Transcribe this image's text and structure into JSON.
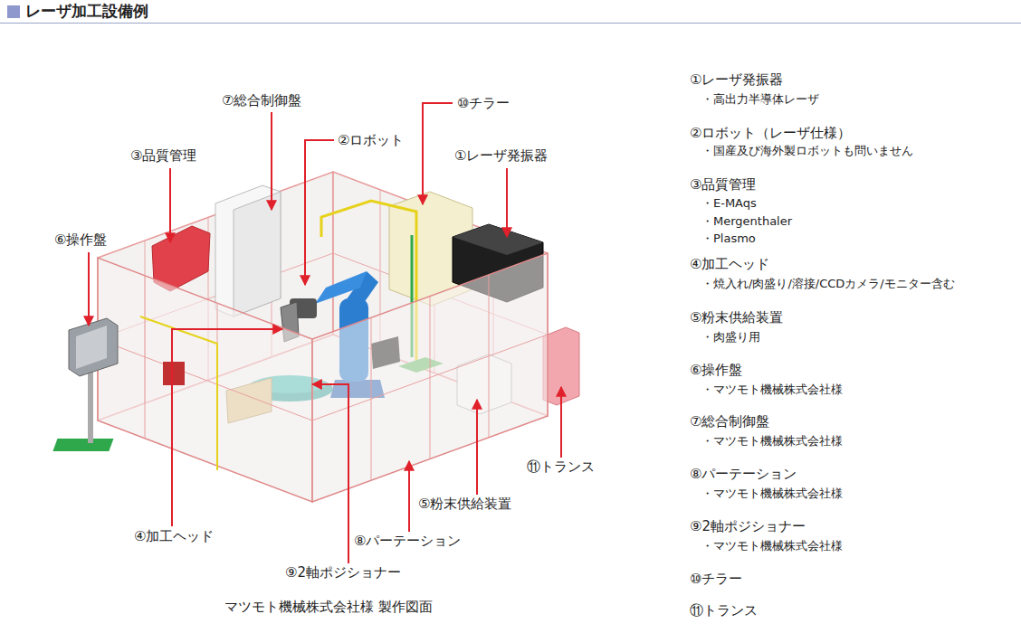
{
  "diagram": {
    "title": "レーザ加工設備例",
    "caption": "マツモト機械株式会社様 製作図面",
    "labels": [
      "⑦総合制御盤",
      "⑩チラー",
      "②ロボット",
      "③品質管理",
      "①レーザ発振器",
      "⑥操作盤",
      "⑪トランス",
      "⑤粉末供給装置",
      "④加工ヘッド",
      "⑧パーテーション",
      "⑨2軸ポジショナー",
      "①レーザ発振器",
      "・高出力半導体レーザ",
      "②ロボット（レーザ仕様）",
      "・国産及び海外製ロボットも問いません",
      "③品質管理",
      "・E-MAqs",
      "・Mergenthaler",
      "・Plasmo",
      "④加工ヘッド",
      "・焼入れ/肉盛り/溶接/CCDカメラ/モニター含む",
      "⑤粉末供給装置",
      "・肉盛り用",
      "⑥操作盤",
      "・マツモト機械株式会社様",
      "⑦総合制御盤",
      "・マツモト機械株式会社様",
      "⑧パーテーション",
      "・マツモト機械株式会社様",
      "⑨2軸ポジショナー",
      "・マツモト機械株式会社様",
      "⑩チラー",
      "⑪トランス"
    ]
  }
}
